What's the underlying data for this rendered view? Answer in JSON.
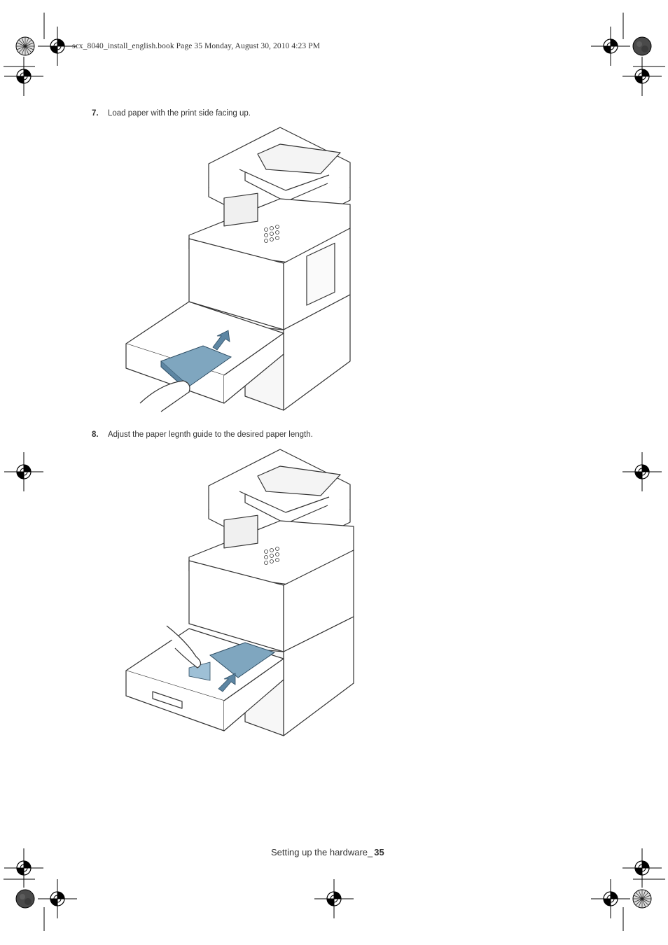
{
  "print_header": "scx_8040_install_english.book  Page 35  Monday, August 30, 2010  4:23 PM",
  "steps": [
    {
      "number": "7.",
      "text": "Load paper with the print side facing up."
    },
    {
      "number": "8.",
      "text": "Adjust the paper legnth guide to the desired paper length."
    }
  ],
  "footer": {
    "section": "Setting up the hardware_",
    "page": "35"
  },
  "colors": {
    "paper_blue": "#7fa6bf",
    "line": "#333333",
    "arrow_blue": "#5d86a3"
  },
  "icons": [
    "registration-mark-icon",
    "color-target-icon"
  ]
}
